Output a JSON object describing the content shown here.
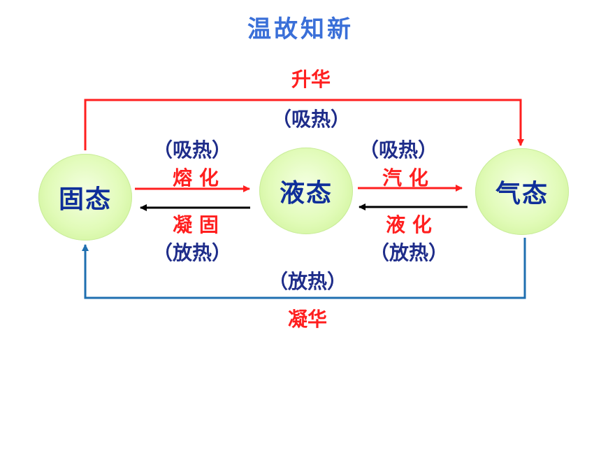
{
  "title": "温故知新",
  "nodes": {
    "solid": "固态",
    "liquid": "液态",
    "gas": "气态"
  },
  "top_path": {
    "process": "升华",
    "heat": "（吸热）"
  },
  "bottom_path": {
    "process": "凝华",
    "heat": "（放热）"
  },
  "solid_liquid": {
    "forward_heat": "（吸热）",
    "forward_process": "熔 化",
    "backward_process": "凝 固",
    "backward_heat": "（放热）"
  },
  "liquid_gas": {
    "forward_heat": "（吸热）",
    "forward_process": "汽 化",
    "backward_process": "液 化",
    "backward_heat": "（放热）"
  },
  "colors": {
    "title": "#3a6fd8",
    "process_text": "#ff1f1f",
    "heat_text": "#1f2d8a",
    "node_fill": "#e1fbb8",
    "node_text": "#0f2f9a",
    "red_arrow": "#ff1f1f",
    "black_arrow": "#000000",
    "blue_arrow": "#1f6fb0"
  }
}
